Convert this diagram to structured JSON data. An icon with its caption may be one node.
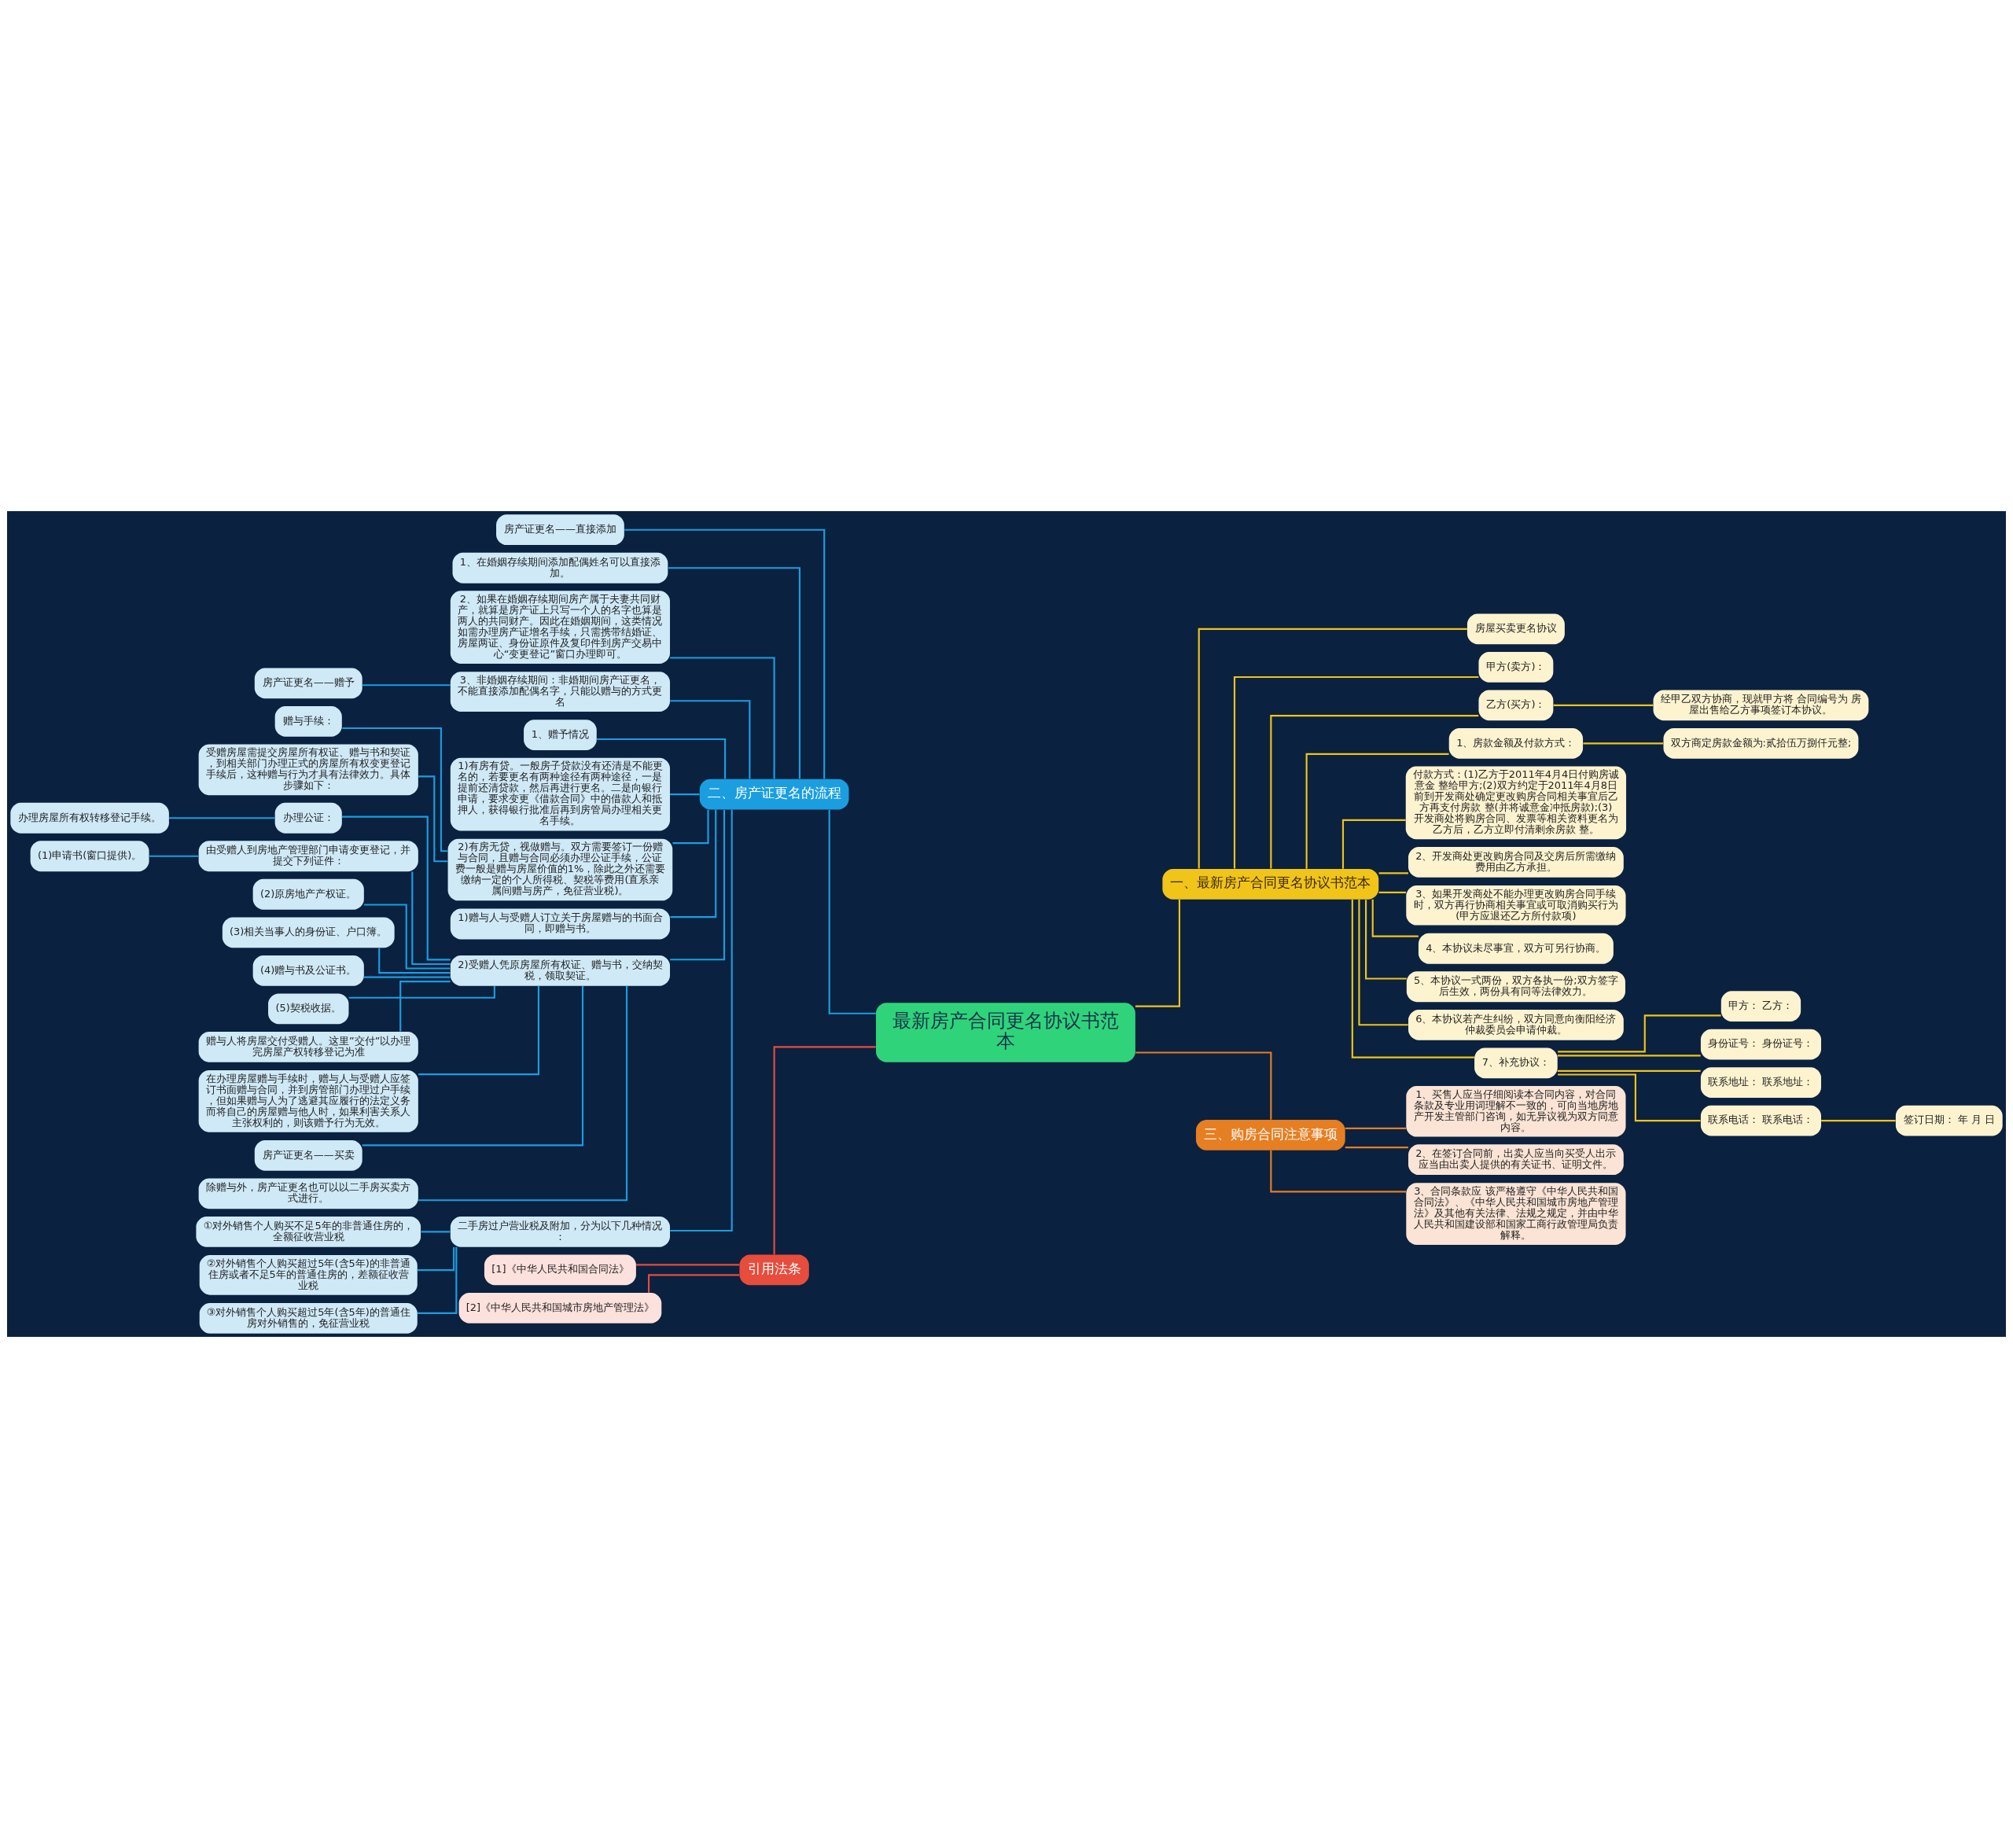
{
  "diagram": {
    "nodes": [
      {
        "text": [
          "最新房产合同更名协议书范本"
        ]
      },
      {
        "text": [
          "二、房产证更名的流程"
        ]
      },
      {
        "text": [
          "房产证更名——直接添加"
        ]
      },
      {
        "text": [
          "1、在婚姻存续期间添加配偶姓名可以直接添加。"
        ]
      },
      {
        "text": [
          "2、如果在婚姻存续期间房产属于夫妻共同财产，就算是房产证上只写一个人的名字也算是两人的共同财产。因此在婚姻期间，这类情况如需办理房产证增名手续，只需携带结婚证、房屋两证、身份证原件及复印件到房产交易中心“变更登记”窗口办理即可。"
        ]
      },
      {
        "text": [
          "3、非婚姻存续期间：非婚期间房产证更名，不能直接添加配偶名字，只能以赠与的方式更名"
        ]
      },
      {
        "text": [
          "房产证更名——赠予"
        ]
      },
      {
        "text": [
          "1、赠予情况"
        ]
      },
      {
        "text": [
          "1)有房有贷。一般房子贷款没有还清是不能更名的，若要更名有两种途径有两种途径，一是提前还清贷款，然后再进行更名。二是向银行申请，要求变更《借款合同》中的借款人和抵押人，获得银行批准后再到房管局办理相关更名手续。"
        ]
      },
      {
        "text": [
          "2)有房无贷，视做赠与。双方需要签订一份赠与合同，且赠与合同必须办理公证手续，公证费一般是赠与房屋价值的1%，除此之外还需要缴纳一定的个人所得税、契税等费用(直系亲属间赠与房产，免征营业税)。"
        ]
      },
      {
        "text": [
          "赠与手续："
        ]
      },
      {
        "text": [
          "受赠房屋需提交房屋所有权证、赠与书和契证，到相关部门办理正式的房屋所有权变更登记手续后，这种赠与行为才具有法律效力。具体步骤如下："
        ]
      },
      {
        "text": [
          "1)赠与人与受赠人订立关于房屋赠与的书面合同，即赠与书。"
        ]
      },
      {
        "text": [
          "2)受赠人凭原房屋所有权证、赠与书，交纳契税，领取契证。"
        ]
      },
      {
        "text": [
          "办理公证："
        ]
      },
      {
        "text": [
          "办理房屋所有权转移登记手续。"
        ]
      },
      {
        "text": [
          "由受赠人到房地产管理部门申请变更登记，并提交下列证件："
        ]
      },
      {
        "text": [
          "(1)申请书(窗口提供)。"
        ]
      },
      {
        "text": [
          "(2)原房地产产权证。"
        ]
      },
      {
        "text": [
          "(3)相关当事人的身份证、户口簿。"
        ]
      },
      {
        "text": [
          "(4)赠与书及公证书。"
        ]
      },
      {
        "text": [
          "(5)契税收据。"
        ]
      },
      {
        "text": [
          "赠与人将房屋交付受赠人。这里”交付”以办理完房屋产权转移登记为准"
        ]
      },
      {
        "text": [
          "在办理房屋赠与手续时，赠与人与受赠人应签订书面赠与合同，并到房管部门办理过户手续，但如果赠与人为了逃避其应履行的法定义务而将自己的房屋赠与他人时，如果利害关系人主张权利的，则该赠予行为无效。"
        ]
      },
      {
        "text": [
          "房产证更名——买卖"
        ]
      },
      {
        "text": [
          "除赠与外，房产证更名也可以以二手房买卖方式进行。"
        ]
      },
      {
        "text": [
          "二手房过户营业税及附加，分为以下几种情况："
        ]
      },
      {
        "text": [
          "①对外销售个人购买不足5年的非普通住房的，全额征收营业税"
        ]
      },
      {
        "text": [
          "②对外销售个人购买超过5年(含5年)的非普通住房或者不足5年的普通住房的，差额征收营业税"
        ]
      },
      {
        "text": [
          "③对外销售个人购买超过5年(含5年)的普通住房对外销售的，免征营业税"
        ]
      },
      {
        "text": [
          "一、最新房产合同更名协议书范本"
        ]
      },
      {
        "text": [
          "房屋买卖更名协议"
        ]
      },
      {
        "text": [
          "甲方(卖方)："
        ]
      },
      {
        "text": [
          "乙方(买方)："
        ]
      },
      {
        "text": [
          "经甲乙双方协商，现就甲方将 合同编号为 房屋出售给乙方事项签订本协议。"
        ]
      },
      {
        "text": [
          "1、房款金额及付款方式："
        ]
      },
      {
        "text": [
          "双方商定房款金额为:贰拾伍万捌仟元整;"
        ]
      },
      {
        "text": [
          "付款方式：(1)乙方于2011年4月4日付购房诚意金 整给甲方;(2)双方约定于2011年4月8日前到开发商处确定更改购房合同相关事宜后乙方再支付房款 整(并将诚意金冲抵房款);(3)开发商处将购房合同、发票等相关资料更名为乙方后，乙方立即付清剩余房款 整。"
        ]
      },
      {
        "text": [
          "2、开发商处更改购房合同及交房后所需缴纳费用由乙方承担。"
        ]
      },
      {
        "text": [
          "3、如果开发商处不能办理更改购房合同手续时，双方再行协商相关事宜或可取消购买行为(甲方应退还乙方所付款项)"
        ]
      },
      {
        "text": [
          "4、本协议未尽事宜，双方可另行协商。"
        ]
      },
      {
        "text": [
          "5、本协议一式两份，双方各执一份;双方签字后生效，两份具有同等法律效力。"
        ]
      },
      {
        "text": [
          "6、本协议若产生纠纷，双方同意向衡阳经济仲裁委员会申请仲裁。"
        ]
      },
      {
        "text": [
          "7、补充协议："
        ]
      },
      {
        "text": [
          "甲方： 乙方："
        ]
      },
      {
        "text": [
          "身份证号： 身份证号："
        ]
      },
      {
        "text": [
          "联系地址： 联系地址："
        ]
      },
      {
        "text": [
          "联系电话： 联系电话："
        ]
      },
      {
        "text": [
          "签订日期： 年 月 日"
        ]
      },
      {
        "text": [
          "三、购房合同注意事项"
        ]
      },
      {
        "text": [
          "1、买售人应当仔细阅读本合同内容，对合同条款及专业用词理解不一致的，可向当地房地产开发主管部门咨询，如无异议视为双方同意内容。"
        ]
      },
      {
        "text": [
          "2、在签订合同前，出卖人应当向买受人出示应当由出卖人提供的有关证书、证明文件。"
        ]
      },
      {
        "text": [
          "3、合同条款应 该严格遵守《中华人民共和国合同法》、《中华人民共和国城市房地产管理法》及其他有关法律、法规之规定，并由中华人民共和国建设部和国家工商行政管理局负责解释。"
        ]
      },
      {
        "text": [
          "引用法条"
        ]
      },
      {
        "text": [
          "[1]《中华人民共和国合同法》"
        ]
      },
      {
        "text": [
          "[2]《中华人民共和国城市房地产管理法》"
        ]
      }
    ],
    "edges": [
      {
        "from": 0,
        "to": 1,
        "arrow": "none"
      },
      {
        "from": 1,
        "to": 2,
        "arrow": "none"
      },
      {
        "from": 1,
        "to": 3,
        "arrow": "none"
      },
      {
        "from": 1,
        "to": 4,
        "arrow": "none"
      },
      {
        "from": 1,
        "to": 5,
        "arrow": "none"
      },
      {
        "from": 5,
        "to": 6,
        "arrow": "none"
      },
      {
        "from": 1,
        "to": 7,
        "arrow": "none"
      },
      {
        "from": 1,
        "to": 8,
        "arrow": "none"
      },
      {
        "from": 1,
        "to": 9,
        "arrow": "none"
      },
      {
        "from": 9,
        "to": 10,
        "arrow": "none"
      },
      {
        "from": 9,
        "to": 11,
        "arrow": "none"
      },
      {
        "from": 1,
        "to": 12,
        "arrow": "none"
      },
      {
        "from": 1,
        "to": 13,
        "arrow": "none"
      },
      {
        "from": 13,
        "to": 14,
        "arrow": "none"
      },
      {
        "from": 14,
        "to": 15,
        "arrow": "none"
      },
      {
        "from": 13,
        "to": 16,
        "arrow": "none"
      },
      {
        "from": 16,
        "to": 17,
        "arrow": "none"
      },
      {
        "from": 13,
        "to": 18,
        "arrow": "none"
      },
      {
        "from": 13,
        "to": 19,
        "arrow": "none"
      },
      {
        "from": 13,
        "to": 20,
        "arrow": "none"
      },
      {
        "from": 13,
        "to": 21,
        "arrow": "none"
      },
      {
        "from": 13,
        "to": 22,
        "arrow": "none"
      },
      {
        "from": 13,
        "to": 23,
        "arrow": "none"
      },
      {
        "from": 13,
        "to": 24,
        "arrow": "none"
      },
      {
        "from": 13,
        "to": 25,
        "arrow": "none"
      },
      {
        "from": 1,
        "to": 26,
        "arrow": "none"
      },
      {
        "from": 26,
        "to": 27,
        "arrow": "none"
      },
      {
        "from": 26,
        "to": 28,
        "arrow": "none"
      },
      {
        "from": 26,
        "to": 29,
        "arrow": "none"
      },
      {
        "from": 0,
        "to": 30,
        "arrow": "none",
        "color": "#f0c419"
      },
      {
        "from": 30,
        "to": 31,
        "arrow": "none",
        "color": "#f0c419"
      },
      {
        "from": 30,
        "to": 32,
        "arrow": "none",
        "color": "#f0c419"
      },
      {
        "from": 30,
        "to": 33,
        "arrow": "none",
        "color": "#f0c419"
      },
      {
        "from": 33,
        "to": 34,
        "arrow": "none",
        "color": "#f0c419"
      },
      {
        "from": 30,
        "to": 35,
        "arrow": "none",
        "color": "#f0c419"
      },
      {
        "from": 35,
        "to": 36,
        "arrow": "none",
        "color": "#f0c419"
      },
      {
        "from": 30,
        "to": 37,
        "arrow": "none",
        "color": "#f0c419"
      },
      {
        "from": 30,
        "to": 38,
        "arrow": "none",
        "color": "#f0c419"
      },
      {
        "from": 30,
        "to": 39,
        "arrow": "none",
        "color": "#f0c419"
      },
      {
        "from": 30,
        "to": 40,
        "arrow": "none",
        "color": "#f0c419"
      },
      {
        "from": 30,
        "to": 41,
        "arrow": "none",
        "color": "#f0c419"
      },
      {
        "from": 30,
        "to": 42,
        "arrow": "none",
        "color": "#f0c419"
      },
      {
        "from": 30,
        "to": 43,
        "arrow": "none",
        "color": "#f0c419"
      },
      {
        "from": 43,
        "to": 44,
        "arrow": "none",
        "color": "#f0c419"
      },
      {
        "from": 43,
        "to": 45,
        "arrow": "none",
        "color": "#f0c419"
      },
      {
        "from": 43,
        "to": 46,
        "arrow": "none",
        "color": "#f0c419"
      },
      {
        "from": 43,
        "to": 47,
        "arrow": "none",
        "color": "#f0c419"
      },
      {
        "from": 47,
        "to": 48,
        "arrow": "none",
        "color": "#f0c419"
      },
      {
        "from": 0,
        "to": 49,
        "arrow": "none",
        "color": "#e67e22"
      },
      {
        "from": 49,
        "to": 50,
        "arrow": "none",
        "color": "#e67e22"
      },
      {
        "from": 49,
        "to": 51,
        "arrow": "none",
        "color": "#e67e22"
      },
      {
        "from": 49,
        "to": 52,
        "arrow": "none",
        "color": "#e67e22"
      },
      {
        "from": 0,
        "to": 53,
        "arrow": "none",
        "color": "#e74c3c"
      },
      {
        "from": 53,
        "to": 54,
        "arrow": "none",
        "color": "#e74c3c"
      },
      {
        "from": 53,
        "to": 55,
        "arrow": "none",
        "color": "#e74c3c"
      }
    ]
  }
}
